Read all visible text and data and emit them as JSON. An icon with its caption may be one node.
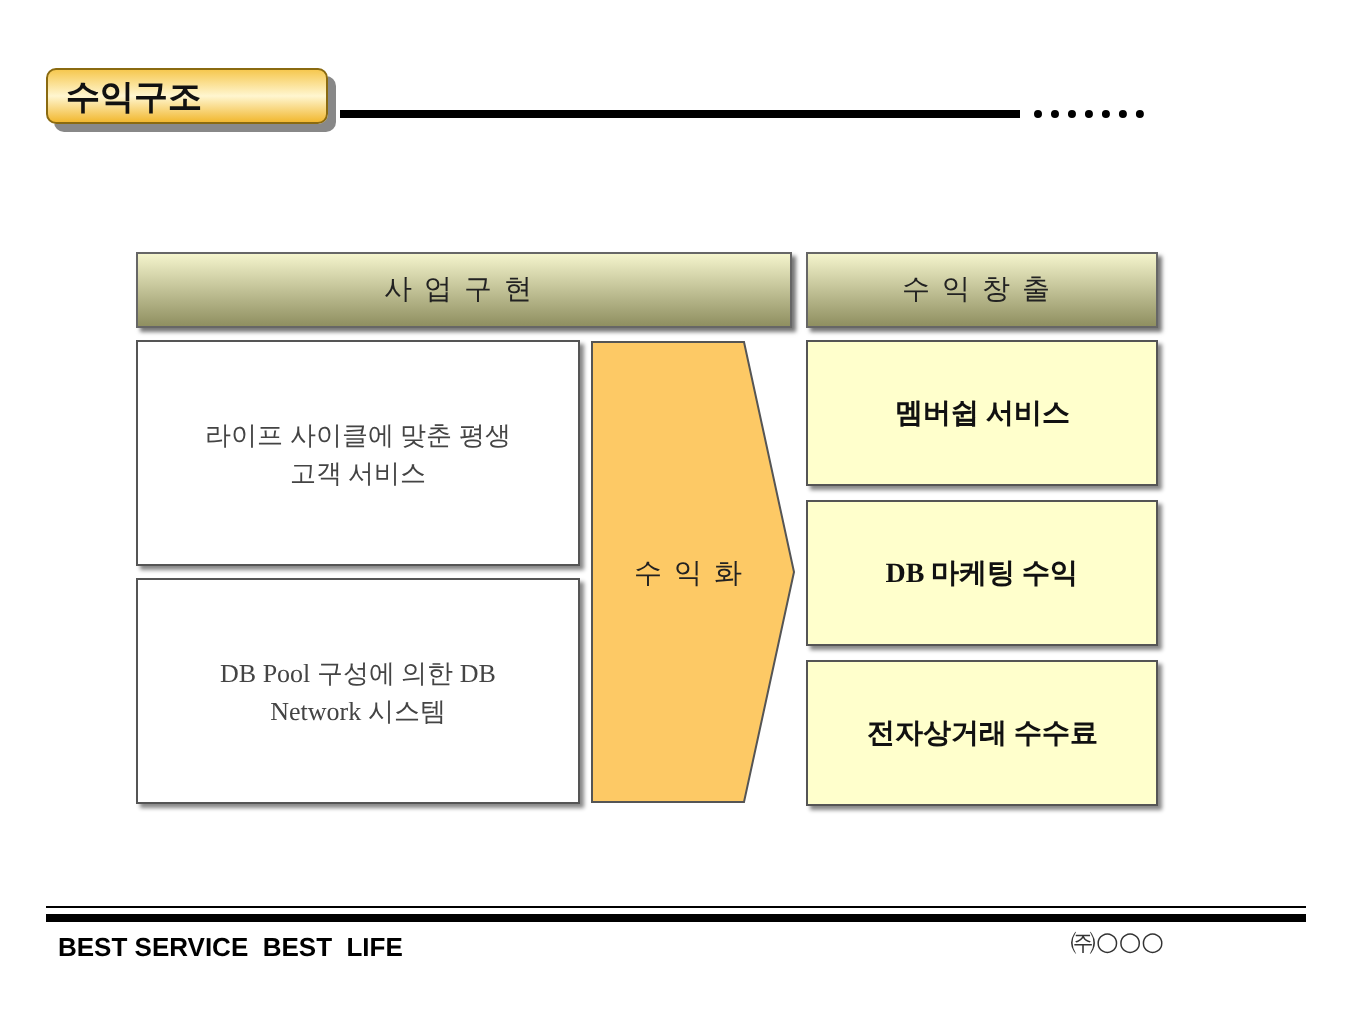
{
  "diagram": {
    "title": "수익구조",
    "nodes": [
      {
        "text": [
          "사업구현"
        ]
      },
      {
        "text": [
          "수익창출"
        ]
      },
      {
        "text": [
          "라이프 사이클에 맞춘 평생 고객 서비스"
        ]
      },
      {
        "text": [
          "DB Pool 구성에 의한 DB Network 시스템"
        ]
      },
      {
        "text": [
          "수익화"
        ]
      },
      {
        "text": [
          "멤버쉽 서비스"
        ]
      },
      {
        "text": [
          "DB 마케팅 수익"
        ]
      },
      {
        "text": [
          "전자상거래 수수료"
        ]
      }
    ],
    "labels": [
      "BEST SERVICE  BEST  LIFE",
      "㈜○○○"
    ]
  }
}
